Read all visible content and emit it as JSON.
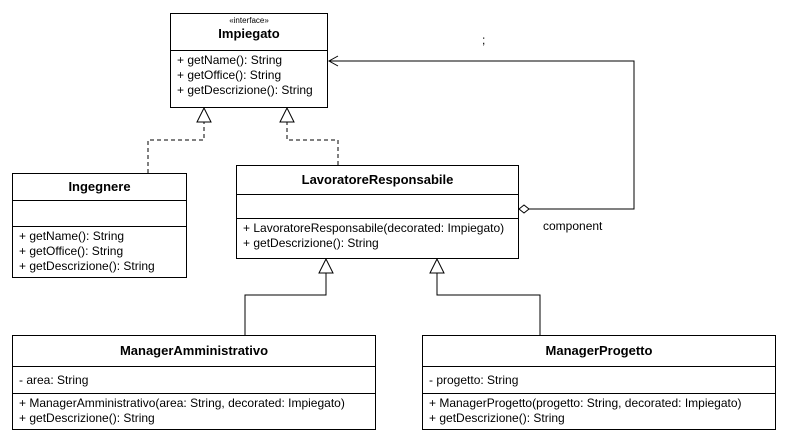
{
  "diagram": {
    "classes": {
      "impiegato": {
        "stereotype": "«interface»",
        "name": "Impiegato",
        "operations": [
          "+ getName(): String",
          "+ getOffice(): String",
          "+ getDescrizione(): String"
        ]
      },
      "ingegnere": {
        "name": "Ingegnere",
        "operations": [
          "+ getName(): String",
          "+ getOffice(): String",
          "+ getDescrizione(): String"
        ]
      },
      "lavoratore": {
        "name": "LavoratoreResponsabile",
        "operations": [
          "+ LavoratoreResponsabile(decorated: Impiegato)",
          "+ getDescrizione(): String"
        ]
      },
      "managerAmm": {
        "name": "ManagerAmministrativo",
        "attributes": [
          "- area: String"
        ],
        "operations": [
          "+ ManagerAmministrativo(area: String, decorated: Impiegato)",
          "+ getDescrizione(): String"
        ]
      },
      "managerProg": {
        "name": "ManagerProgetto",
        "attributes": [
          "- progetto: String"
        ],
        "operations": [
          "+ ManagerProgetto(progetto: String, decorated: Impiegato)",
          "+ getDescrizione(): String"
        ]
      }
    },
    "labels": {
      "component": "component",
      "stray_mark": ";"
    }
  }
}
